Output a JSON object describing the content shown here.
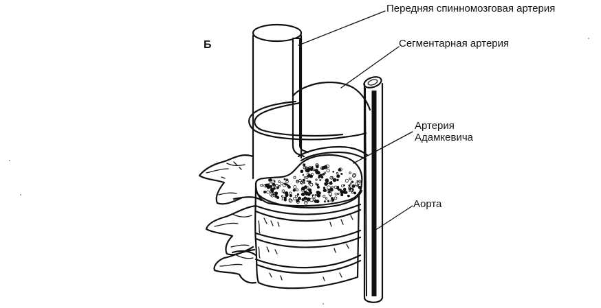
{
  "panel_letter": "Б",
  "labels": {
    "anterior_spinal_artery": "Передняя спинномозговая артерия",
    "segmental_artery": "Сегментарная артерия",
    "adamkiewicz_line1": "Артерия",
    "adamkiewicz_line2": "Адамкевича",
    "aorta": "Аорта"
  }
}
